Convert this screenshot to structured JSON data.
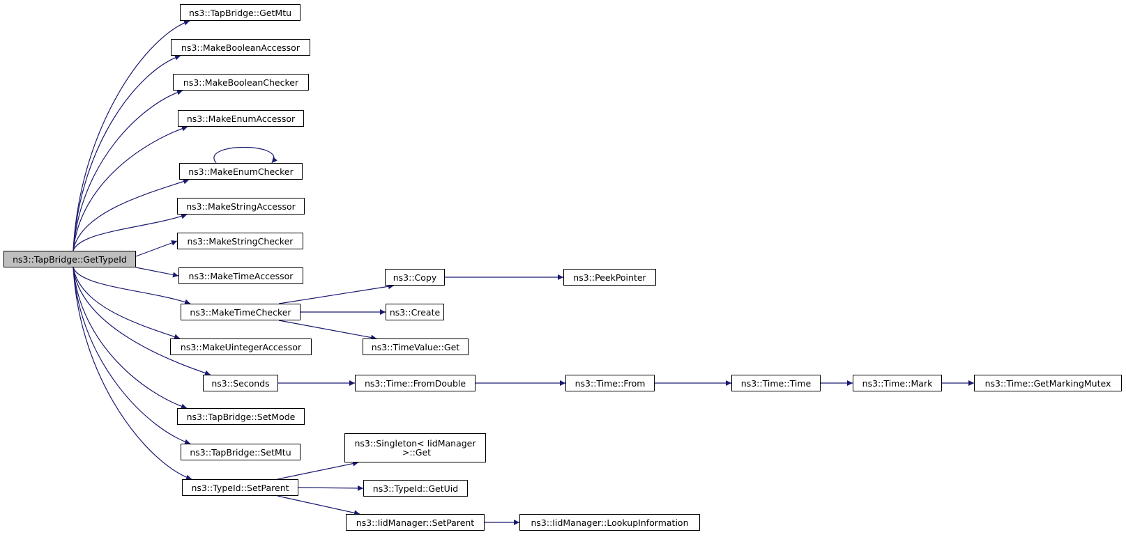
{
  "nodes": [
    {
      "id": "n0",
      "label": "ns3::TapBridge::GetTypeId",
      "root": true
    },
    {
      "id": "n1",
      "label": "ns3::TapBridge::GetMtu"
    },
    {
      "id": "n2",
      "label": "ns3::MakeBooleanAccessor"
    },
    {
      "id": "n3",
      "label": "ns3::MakeBooleanChecker"
    },
    {
      "id": "n4",
      "label": "ns3::MakeEnumAccessor"
    },
    {
      "id": "n5",
      "label": "ns3::MakeEnumChecker"
    },
    {
      "id": "n6",
      "label": "ns3::MakeStringAccessor"
    },
    {
      "id": "n7",
      "label": "ns3::MakeStringChecker"
    },
    {
      "id": "n8",
      "label": "ns3::MakeTimeAccessor"
    },
    {
      "id": "n9",
      "label": "ns3::MakeTimeChecker"
    },
    {
      "id": "n10",
      "label": "ns3::MakeUintegerAccessor"
    },
    {
      "id": "n11",
      "label": "ns3::Seconds"
    },
    {
      "id": "n12",
      "label": "ns3::TapBridge::SetMode"
    },
    {
      "id": "n13",
      "label": "ns3::TapBridge::SetMtu"
    },
    {
      "id": "n14",
      "label": "ns3::TypeId::SetParent"
    },
    {
      "id": "n15",
      "label": "ns3::Copy"
    },
    {
      "id": "n16",
      "label": "ns3::PeekPointer"
    },
    {
      "id": "n17",
      "label": "ns3::Create"
    },
    {
      "id": "n18",
      "label": "ns3::TimeValue::Get"
    },
    {
      "id": "n19",
      "label": "ns3::Time::FromDouble"
    },
    {
      "id": "n20",
      "label": "ns3::Time::From"
    },
    {
      "id": "n21",
      "label": "ns3::Time::Time"
    },
    {
      "id": "n22",
      "label": "ns3::Time::Mark"
    },
    {
      "id": "n23",
      "label": "ns3::Time::GetMarkingMutex"
    },
    {
      "id": "n24",
      "label": "ns3::Singleton< IidManager\n >::Get"
    },
    {
      "id": "n25",
      "label": "ns3::TypeId::GetUid"
    },
    {
      "id": "n26",
      "label": "ns3::IidManager::SetParent"
    },
    {
      "id": "n27",
      "label": "ns3::IidManager::LookupInformation"
    }
  ],
  "edges": [
    [
      "n0",
      "n1"
    ],
    [
      "n0",
      "n2"
    ],
    [
      "n0",
      "n3"
    ],
    [
      "n0",
      "n4"
    ],
    [
      "n0",
      "n5"
    ],
    [
      "n0",
      "n6"
    ],
    [
      "n0",
      "n7"
    ],
    [
      "n0",
      "n8"
    ],
    [
      "n0",
      "n9"
    ],
    [
      "n0",
      "n10"
    ],
    [
      "n0",
      "n11"
    ],
    [
      "n0",
      "n12"
    ],
    [
      "n0",
      "n13"
    ],
    [
      "n0",
      "n14"
    ],
    [
      "n5",
      "n5"
    ],
    [
      "n9",
      "n15"
    ],
    [
      "n9",
      "n17"
    ],
    [
      "n9",
      "n18"
    ],
    [
      "n15",
      "n16"
    ],
    [
      "n11",
      "n19"
    ],
    [
      "n19",
      "n20"
    ],
    [
      "n20",
      "n21"
    ],
    [
      "n21",
      "n22"
    ],
    [
      "n22",
      "n23"
    ],
    [
      "n14",
      "n24"
    ],
    [
      "n14",
      "n25"
    ],
    [
      "n14",
      "n26"
    ],
    [
      "n26",
      "n27"
    ]
  ],
  "colors": {
    "edge": "#191970",
    "node_border": "#000000",
    "root_fill": "#bfbfbf",
    "node_fill": "#ffffff"
  }
}
